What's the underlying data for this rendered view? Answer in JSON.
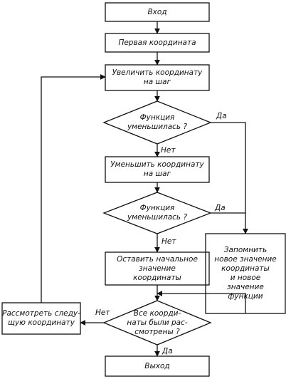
{
  "nodes": {
    "start": "Вход",
    "first_coord": "Первая координата",
    "increase": "Увеличить координату\nна шаг",
    "check1": "Функция\nуменьшилась ?",
    "decrease": "Уменьшить координату\nна шаг",
    "check2": "Функция\nуменьшилась ?",
    "keep": "Оставить начальное\nзначение\nкоординаты",
    "remember": "Запомнить\nновое значение\nкоординаты\nи новое\nзначение\nфункции",
    "check3": "Все коорди-\nнаты были рас-\nсмотрены ?",
    "next_coord": "Рассмотреть следу-\nщую координату",
    "end": "Выход"
  },
  "edge_labels": {
    "yes_1": "Да",
    "no_1": "Нет",
    "yes_2": "Да",
    "no_2": "Нет",
    "no_3": "Нет",
    "yes_3": "Да"
  },
  "colors": {
    "stroke": "#111111",
    "background": "#ffffff"
  }
}
